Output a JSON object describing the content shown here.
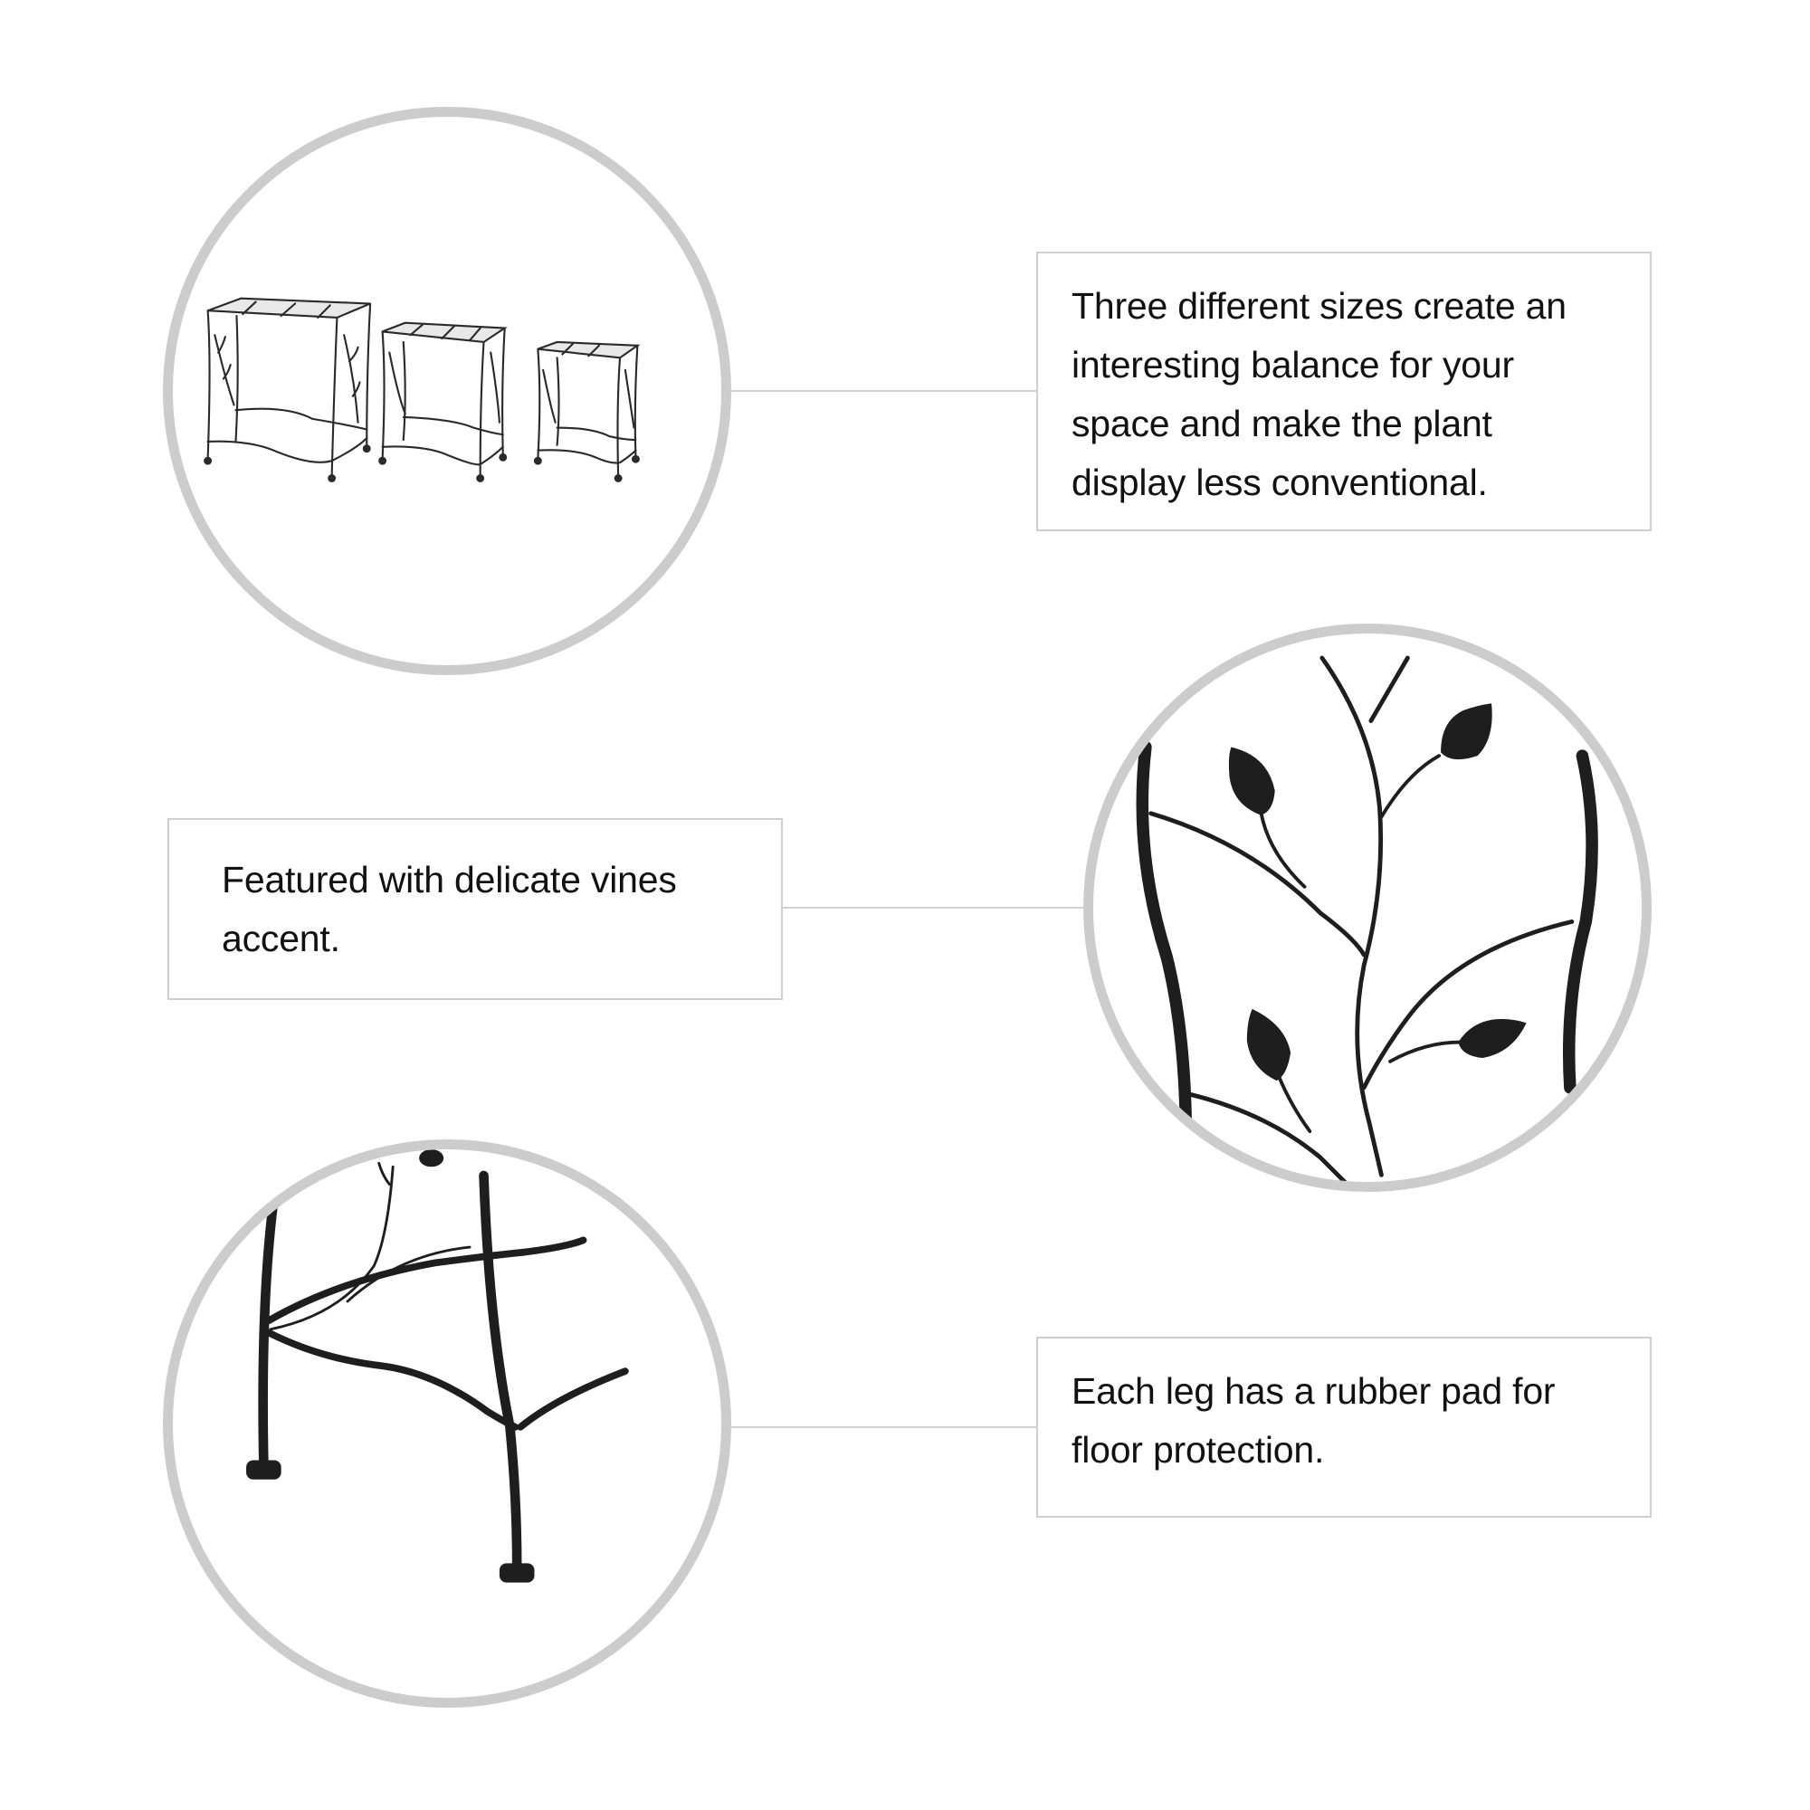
{
  "features": [
    {
      "id": "sizes",
      "text": "Three different sizes create an interesting balance for your space and make the plant display less conventional.",
      "lines": [
        "Three different sizes create an",
        "interesting balance for your",
        "space and make the plant",
        "display less conventional."
      ],
      "image": "three-plant-stands-icon"
    },
    {
      "id": "vines",
      "text": "Featured with delicate vines accent.",
      "lines": [
        "Featured with delicate vines",
        "accent."
      ],
      "image": "vine-leaf-detail-icon"
    },
    {
      "id": "pads",
      "text": "Each leg has a rubber pad for floor protection.",
      "lines": [
        "Each leg has a rubber pad for",
        "floor protection."
      ],
      "image": "leg-rubber-pad-icon"
    }
  ],
  "colors": {
    "ring": "#cccccc",
    "connector": "#d2d2d2",
    "box_border": "#cfcfcf",
    "metal": "#1e1e1e",
    "text": "#111111"
  }
}
